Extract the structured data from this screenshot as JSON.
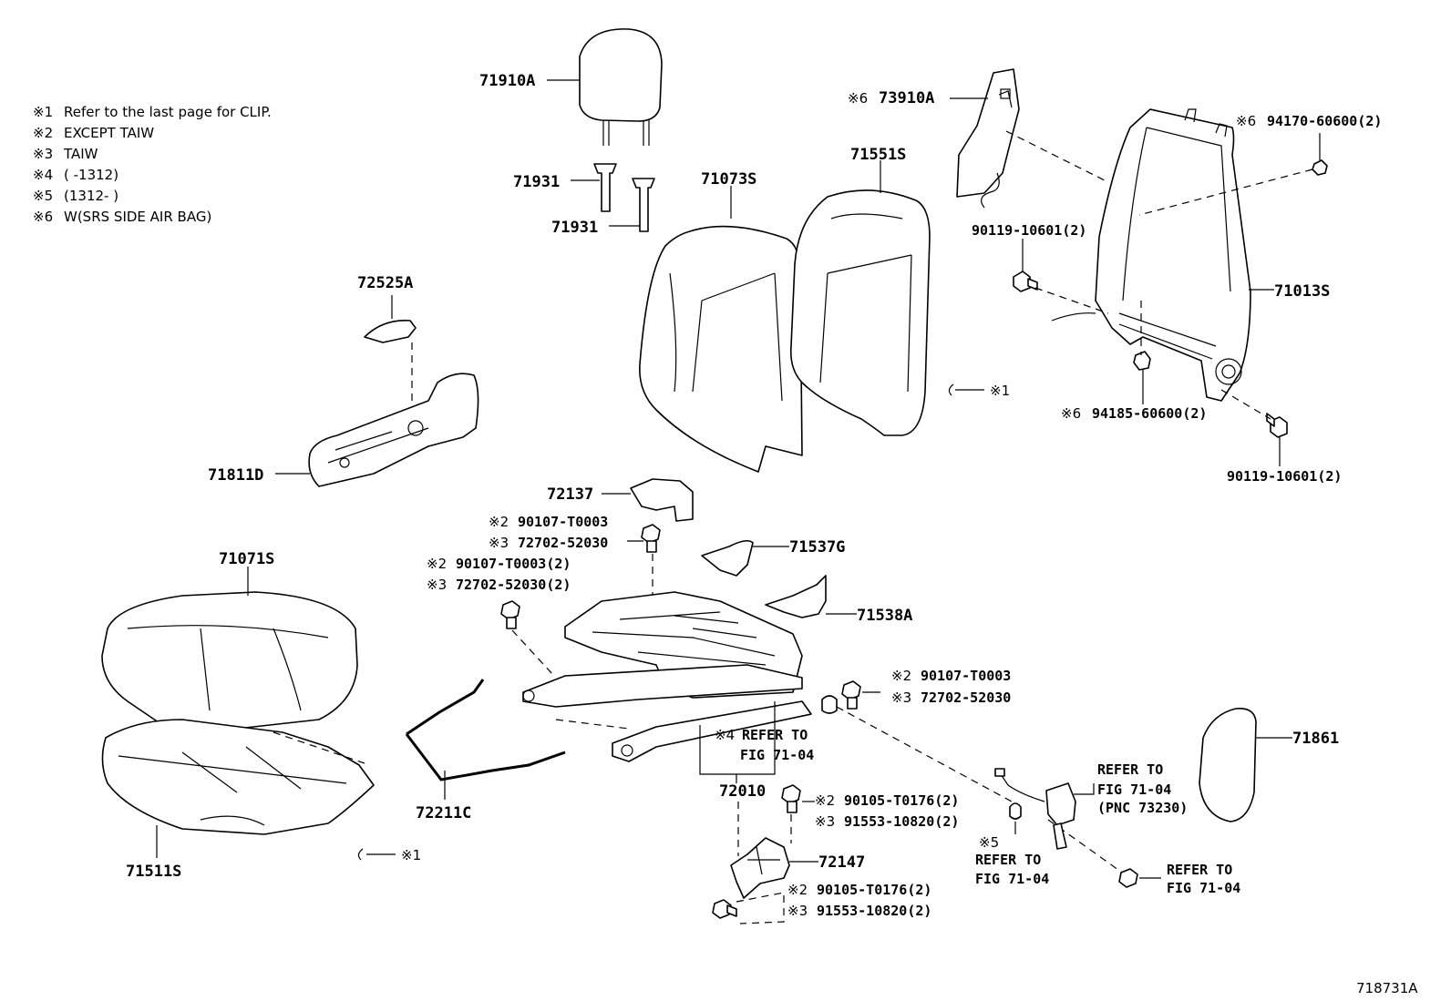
{
  "notes": [
    {
      "mark": "※1",
      "text": "Refer to the last page for CLIP."
    },
    {
      "mark": "※2",
      "text": "EXCEPT TAIW"
    },
    {
      "mark": "※3",
      "text": "TAIW"
    },
    {
      "mark": "※4",
      "text": "(        -1312)"
    },
    {
      "mark": "※5",
      "text": "(1312-        )"
    },
    {
      "mark": "※6",
      "text": "W(SRS SIDE AIR BAG)"
    }
  ],
  "parts": {
    "p71910A": "71910A",
    "p71931a": "71931",
    "p71931b": "71931",
    "p71073S": "71073S",
    "p71551S": "71551S",
    "p73910A_mark": "※6",
    "p73910A": "73910A",
    "p94170_mark": "※6",
    "p94170": "94170-60600(2)",
    "p90119a": "90119-10601(2)",
    "p71013S": "71013S",
    "p94185_mark": "※6",
    "p94185": "94185-60600(2)",
    "p90119b": "90119-10601(2)",
    "p72525A": "72525A",
    "clip1_mark": "※1",
    "p71811D": "71811D",
    "p72137": "72137",
    "n1_mark": "※2",
    "n1": "90107-T0003",
    "n2_mark": "※3",
    "n2": "72702-52030",
    "p71537G": "71537G",
    "n3_mark": "※2",
    "n3": "90107-T0003(2)",
    "n4_mark": "※3",
    "n4": "72702-52030(2)",
    "p71538A": "71538A",
    "p71071S": "71071S",
    "n5_mark": "※2",
    "n5": "90107-T0003",
    "n6_mark": "※3",
    "n6": "72702-52030",
    "ref4_mark": "※4",
    "ref4_l1": "REFER TO",
    "ref4_l2": "FIG 71-04",
    "p71861": "71861",
    "ref_belt_l1": "REFER TO",
    "ref_belt_l2": "FIG 71-04",
    "ref_belt_l3": "(PNC 73230)",
    "p72010": "72010",
    "p72211C": "72211C",
    "n7_mark": "※2",
    "n7": "90105-T0176(2)",
    "n8_mark": "※3",
    "n8": "91553-10820(2)",
    "ref5_mark": "※5",
    "ref5_l1": "REFER TO",
    "ref5_l2": "FIG 71-04",
    "p72147": "72147",
    "ref_nut_l1": "REFER TO",
    "ref_nut_l2": "FIG 71-04",
    "n9_mark": "※2",
    "n9": "90105-T0176(2)",
    "n10_mark": "※3",
    "n10": "91553-10820(2)",
    "p71511S": "71511S",
    "clip2_mark": "※1",
    "fig_id": "718731A"
  }
}
